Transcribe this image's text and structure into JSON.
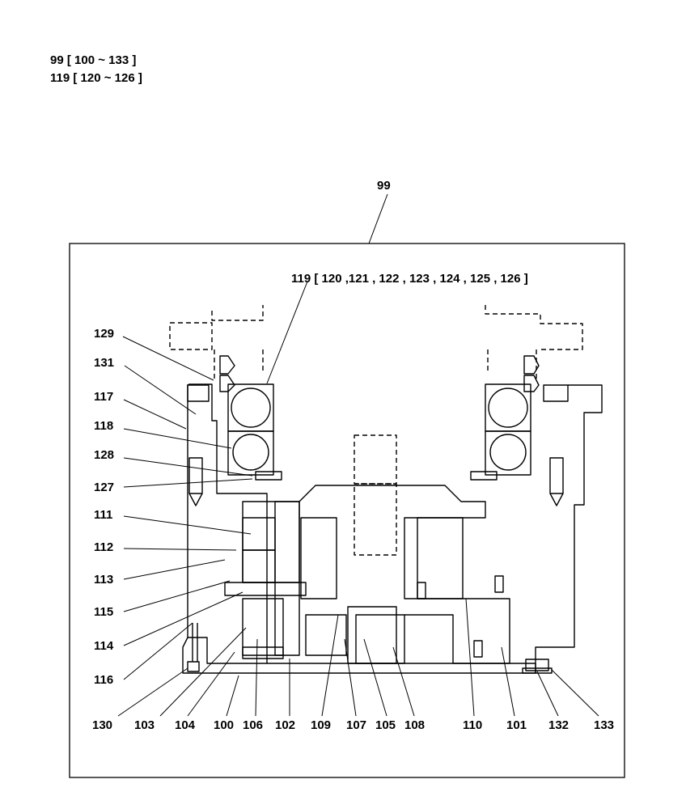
{
  "header": {
    "line1": "99 [ 100 ~ 133 ]",
    "line2": "119 [ 120 ~ 126 ]"
  },
  "diagram": {
    "assembly_label": "99",
    "bearing_group_label": "119 [ 120 ,121 , 122 , 123 , 124 , 125  , 126 ]",
    "left_labels": [
      "129",
      "131",
      "117",
      "118",
      "128",
      "127",
      "111",
      "112",
      "113",
      "115",
      "114",
      "116"
    ],
    "bottom_labels": [
      "130",
      "103",
      "104",
      "100",
      "106",
      "102",
      "109",
      "107",
      "105",
      "108",
      "110",
      "101",
      "132",
      "133"
    ]
  }
}
